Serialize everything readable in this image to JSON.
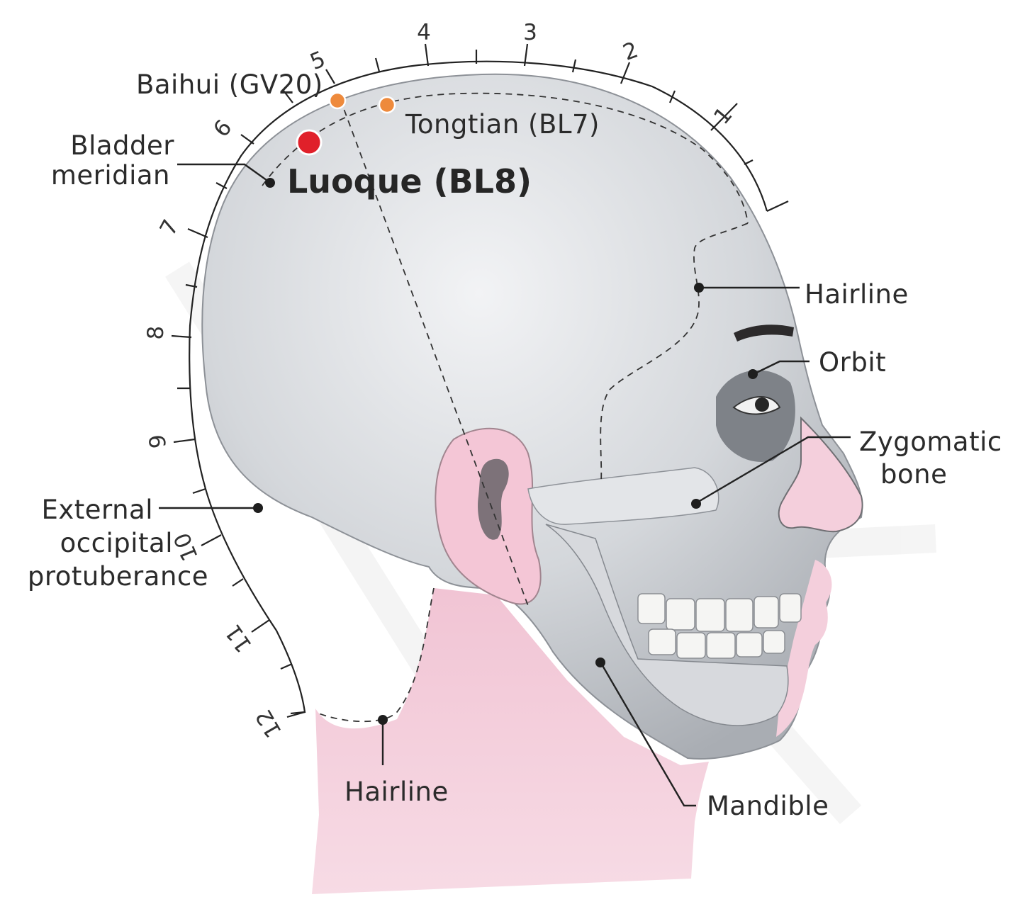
{
  "labels": {
    "baihui": "Baihui (GV20)",
    "tongtian": "Tongtian (BL7)",
    "bladder_line1": "Bladder",
    "bladder_line2": "meridian",
    "luoque": "Luoque (BL8)",
    "hairline_front": "Hairline",
    "orbit": "Orbit",
    "zygomatic_line1": "Zygomatic",
    "zygomatic_line2": "bone",
    "eop_line1": "External",
    "eop_line2": "occipital",
    "eop_line3": "protuberance",
    "hairline_back": "Hairline",
    "mandible": "Mandible"
  },
  "scale": {
    "numbers": [
      "1",
      "2",
      "3",
      "4",
      "5",
      "6",
      "7",
      "8",
      "9",
      "10",
      "11",
      "12"
    ]
  },
  "colors": {
    "luoque_point": "#e0202a",
    "adjacent_point": "#ee8a3c",
    "skin_pink": "#f4cfdc",
    "skull_gray": "#c9ccd1"
  }
}
